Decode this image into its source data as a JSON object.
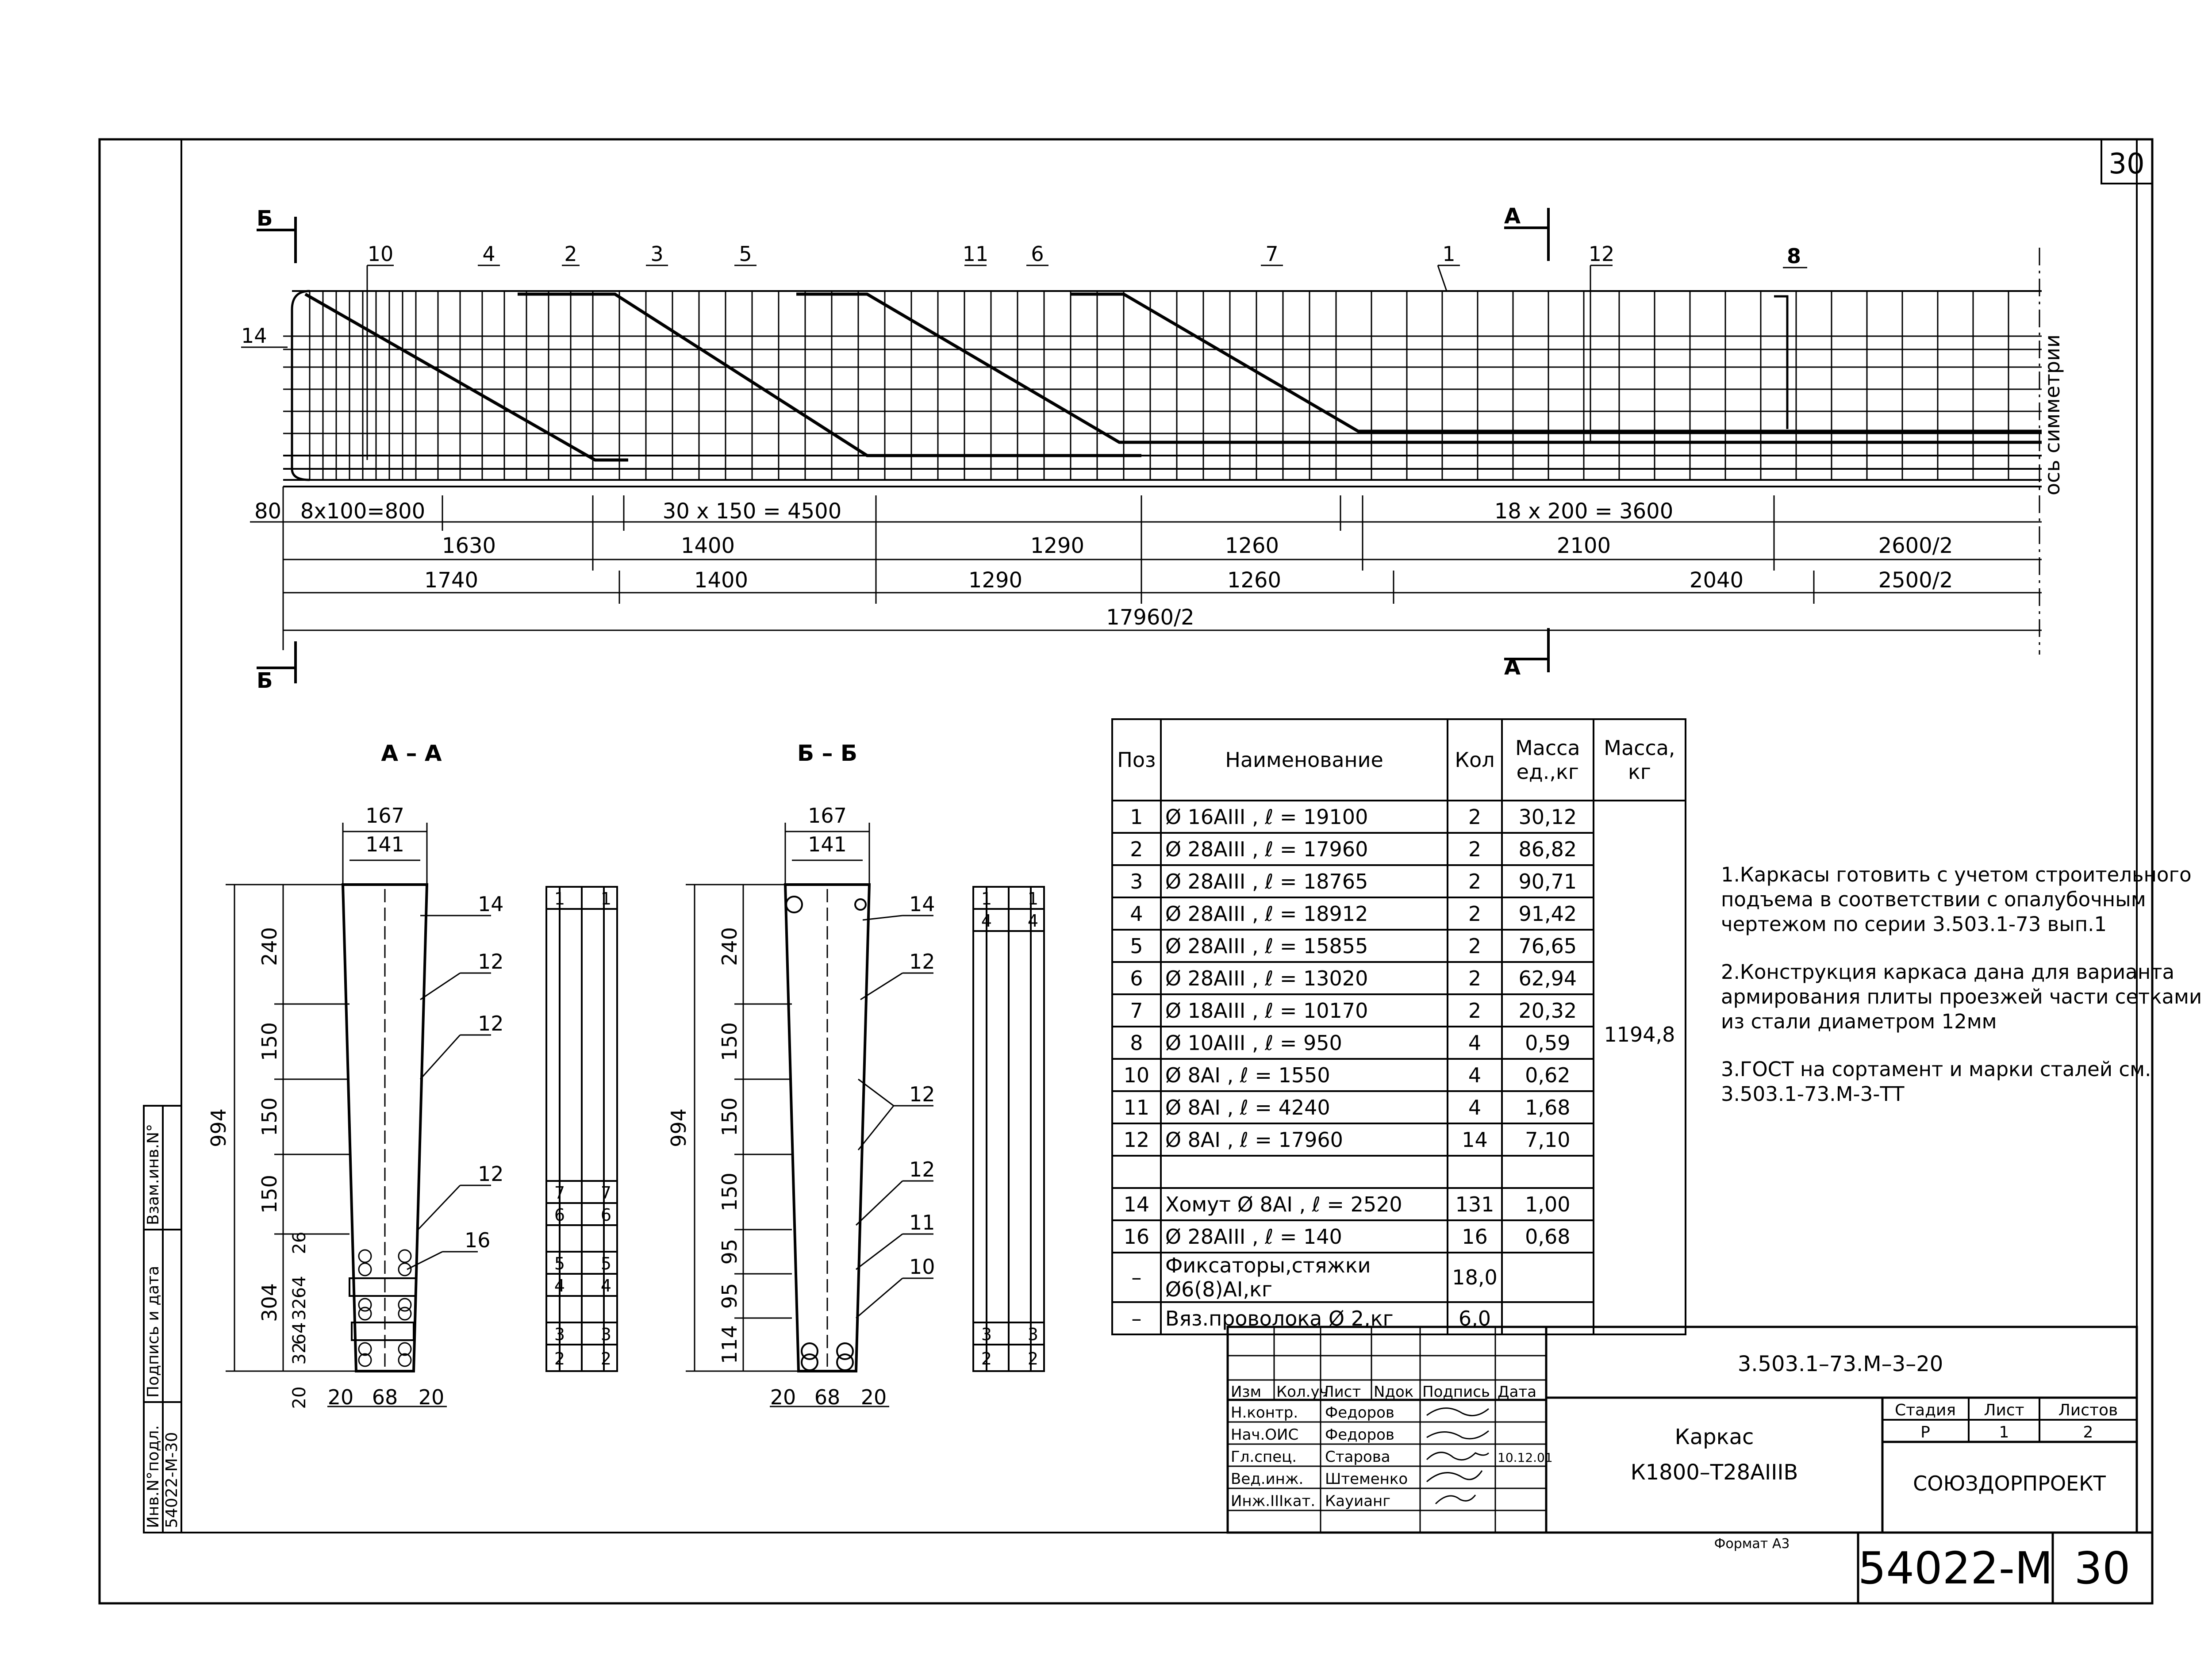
{
  "sheet_number_top": "30",
  "sheet_number_bottom": "30",
  "document_number": "54022-M",
  "format_label": "Формат А3",
  "drawing": {
    "section_marks": {
      "a": "А",
      "b": "Б"
    },
    "position_labels": [
      "10",
      "4",
      "2",
      "3",
      "5",
      "11",
      "6",
      "7",
      "1",
      "12",
      "8",
      "14"
    ],
    "symmetry_axis": "ось симметрии",
    "dim_row1": [
      "80",
      "8x100=800",
      "30 x 150 = 4500",
      "18 x 200 = 3600"
    ],
    "dim_row2": [
      "1630",
      "1400",
      "1290",
      "1260",
      "2100",
      "2600/2"
    ],
    "dim_row3": [
      "1740",
      "1400",
      "1290",
      "1260",
      "2040",
      "2500/2"
    ],
    "dim_total": "17960/2"
  },
  "section_aa": {
    "title": "А – А",
    "top_width": "167",
    "inner_width": "141",
    "height": "994",
    "vertical_dims": [
      "240",
      "150",
      "150",
      "150",
      "26",
      "304",
      "64",
      "32",
      "64",
      "32",
      "20"
    ],
    "bottom_dims": [
      "20",
      "68",
      "20"
    ],
    "callouts": [
      "14",
      "12",
      "12",
      "12",
      "16"
    ],
    "schema_left": [
      "1",
      "7",
      "6",
      "5",
      "4",
      "3",
      "2"
    ],
    "schema_right": [
      "1",
      "7",
      "6",
      "5",
      "4",
      "3",
      "2"
    ]
  },
  "section_bb": {
    "title": "Б – Б",
    "top_width": "167",
    "inner_width": "141",
    "height": "994",
    "vertical_dims": [
      "240",
      "150",
      "150",
      "150",
      "95",
      "95",
      "114"
    ],
    "bottom_dims": [
      "20",
      "68",
      "20"
    ],
    "callouts": [
      "14",
      "12",
      "12",
      "12",
      "11",
      "10"
    ],
    "schema_left": [
      "1",
      "4",
      "3",
      "2"
    ],
    "schema_right": [
      "1",
      "4",
      "3",
      "2"
    ]
  },
  "spec_table": {
    "headers": [
      "Поз",
      "Наименование",
      "Кол",
      "Масса ед.,кг",
      "Масса, кг"
    ],
    "rows": [
      {
        "pos": "1",
        "name": "Ø 16AIII , ℓ = 19100",
        "qty": "2",
        "unit_mass": "30,12"
      },
      {
        "pos": "2",
        "name": "Ø 28AIII , ℓ = 17960",
        "qty": "2",
        "unit_mass": "86,82"
      },
      {
        "pos": "3",
        "name": "Ø 28AIII , ℓ = 18765",
        "qty": "2",
        "unit_mass": "90,71"
      },
      {
        "pos": "4",
        "name": "Ø 28AIII , ℓ = 18912",
        "qty": "2",
        "unit_mass": "91,42"
      },
      {
        "pos": "5",
        "name": "Ø 28AIII , ℓ = 15855",
        "qty": "2",
        "unit_mass": "76,65"
      },
      {
        "pos": "6",
        "name": "Ø 28AIII , ℓ = 13020",
        "qty": "2",
        "unit_mass": "62,94"
      },
      {
        "pos": "7",
        "name": "Ø 18AIII , ℓ = 10170",
        "qty": "2",
        "unit_mass": "20,32"
      },
      {
        "pos": "8",
        "name": "Ø 10AIII , ℓ = 950",
        "qty": "4",
        "unit_mass": "0,59"
      },
      {
        "pos": "10",
        "name": "Ø 8AI , ℓ = 1550",
        "qty": "4",
        "unit_mass": "0,62"
      },
      {
        "pos": "11",
        "name": "Ø 8AI , ℓ = 4240",
        "qty": "4",
        "unit_mass": "1,68"
      },
      {
        "pos": "12",
        "name": "Ø 8AI , ℓ = 17960",
        "qty": "14",
        "unit_mass": "7,10"
      },
      {
        "pos": "",
        "name": "",
        "qty": "",
        "unit_mass": ""
      },
      {
        "pos": "14",
        "name": "Хомут Ø 8AI , ℓ = 2520",
        "qty": "131",
        "unit_mass": "1,00"
      },
      {
        "pos": "16",
        "name": "Ø 28AIII , ℓ = 140",
        "qty": "16",
        "unit_mass": "0,68"
      },
      {
        "pos": "–",
        "name": "Фиксаторы,стяжки Ø6(8)AI,кг",
        "qty": "18,0",
        "unit_mass": ""
      },
      {
        "pos": "–",
        "name": "Вяз.проволока Ø 2,кг",
        "qty": "6,0",
        "unit_mass": ""
      }
    ],
    "total_mass": "1194,8"
  },
  "notes": [
    "1.Каркасы готовить с учетом строительного подъема в соответствии с опалубочным чертежом по серии 3.503.1-73 вып.1",
    "2.Конструкция каркаса дана для варианта армирования плиты проезжей части сетками из стали диаметром 12мм",
    "3.ГОСТ на сортамент и марки сталей см. 3.503.1-73.М-3-ТТ"
  ],
  "title_block": {
    "code": "3.503.1–73.М–3–20",
    "name_line1": "Каркас",
    "name_line2": "К1800–Т28АIIIВ",
    "col_headers": [
      "Изм",
      "Кол.уч",
      "Лист",
      "Nдок",
      "Подпись",
      "Дата"
    ],
    "roles": [
      {
        "role": "Н.контр.",
        "person": "Федоров"
      },
      {
        "role": "Нач.ОИС",
        "person": "Федоров"
      },
      {
        "role": "Гл.спец.",
        "person": "Старова"
      },
      {
        "role": "Вед.инж.",
        "person": "Штеменко"
      },
      {
        "role": "Инж.IIIкат.",
        "person": "Кауианг"
      }
    ],
    "date": "10.12.01",
    "stage_label": "Стадия",
    "sheet_label": "Лист",
    "sheets_label": "Листов",
    "stage": "Р",
    "sheet": "1",
    "sheets": "2",
    "org": "СОЮЗДОРПРОЕКТ"
  },
  "side_stamp": {
    "inv_label": "Инв.N°подл.",
    "inv_value": "54022-М-30",
    "sign_label": "Подпись и дата",
    "replace_label": "Взам.инв.N°"
  }
}
